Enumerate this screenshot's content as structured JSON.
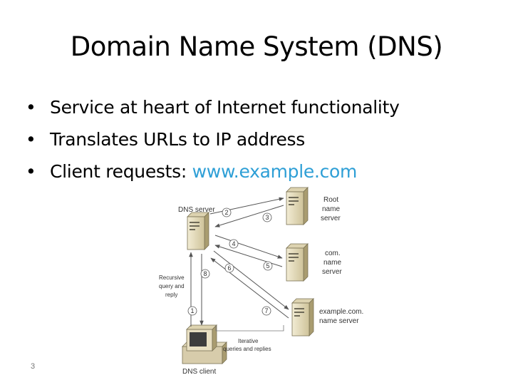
{
  "slide": {
    "title": "Domain Name System (DNS)",
    "bullets": [
      {
        "text": "Service at heart of Internet functionality",
        "link": ""
      },
      {
        "text": "Translates URLs to IP address",
        "link": ""
      },
      {
        "text": "Client requests: ",
        "link": "www.example.com"
      }
    ],
    "bullet_glyph": "•",
    "slide_number": "3",
    "link_color": "#2e9fd6"
  },
  "diagram": {
    "dns_server_label": "DNS server",
    "root_label": [
      "Root",
      "name",
      "server"
    ],
    "com_label": [
      "com.",
      "name",
      "server"
    ],
    "example_label": [
      "example.com.",
      "name server"
    ],
    "recursive_label": [
      "Recursive",
      "query and",
      "reply"
    ],
    "iterative_label": [
      "Iterative",
      "queries and replies"
    ],
    "client_label": "DNS client",
    "steps": [
      "1",
      "2",
      "3",
      "4",
      "5",
      "6",
      "7",
      "8"
    ],
    "server_icons": [
      "server-tower-icon"
    ],
    "client_icon": "desktop-computer-icon"
  }
}
